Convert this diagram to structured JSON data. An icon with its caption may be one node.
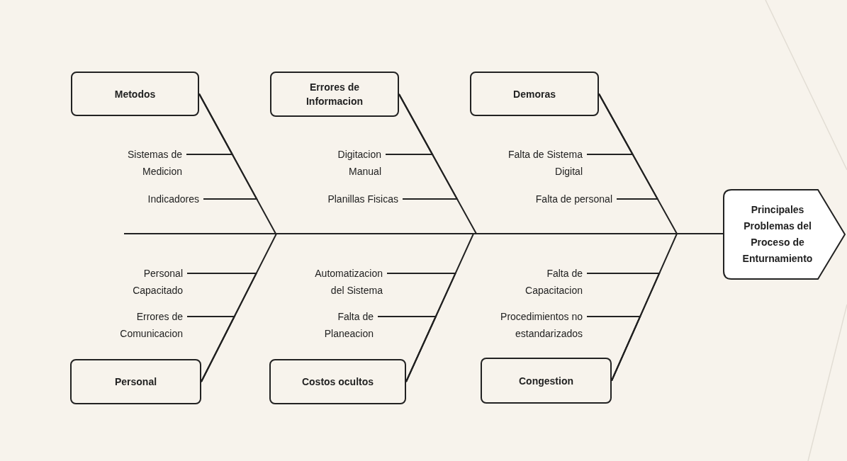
{
  "diagram": {
    "nodes": [
      {
        "text": [
          "Metodos"
        ]
      },
      {
        "text": [
          "Errores de Informacion"
        ]
      },
      {
        "text": [
          "Demoras"
        ]
      },
      {
        "text": [
          "Personal"
        ]
      },
      {
        "text": [
          "Costos ocultos"
        ]
      },
      {
        "text": [
          "Congestion"
        ]
      },
      {
        "text": [
          "Principales Problemas del Proceso de Enturnamiento"
        ]
      },
      {
        "text": [
          "Sistemas de Medicion"
        ]
      },
      {
        "text": [
          "Indicadores"
        ]
      },
      {
        "text": [
          "Digitacion Manual"
        ]
      },
      {
        "text": [
          "Planillas Fisicas"
        ]
      },
      {
        "text": [
          "Falta de Sistema Digital"
        ]
      },
      {
        "text": [
          "Falta de personal"
        ]
      },
      {
        "text": [
          "Personal Capacitado"
        ]
      },
      {
        "text": [
          "Errores de Comunicacion"
        ]
      },
      {
        "text": [
          "Automatizacion del Sistema"
        ]
      },
      {
        "text": [
          "Falta de Planeacion"
        ]
      },
      {
        "text": [
          "Falta de Capacitacion"
        ]
      },
      {
        "text": [
          "Procedimientos no estandarizados"
        ]
      }
    ],
    "edges": [
      {
        "from": 0,
        "to": 6,
        "arrow": "none"
      },
      {
        "from": 1,
        "to": 6,
        "arrow": "none"
      },
      {
        "from": 2,
        "to": 6,
        "arrow": "none"
      },
      {
        "from": 3,
        "to": 6,
        "arrow": "none"
      },
      {
        "from": 4,
        "to": 6,
        "arrow": "none"
      },
      {
        "from": 5,
        "to": 6,
        "arrow": "none"
      },
      {
        "from": 7,
        "to": 0,
        "arrow": "none"
      },
      {
        "from": 8,
        "to": 0,
        "arrow": "none"
      },
      {
        "from": 9,
        "to": 1,
        "arrow": "none"
      },
      {
        "from": 10,
        "to": 1,
        "arrow": "none"
      },
      {
        "from": 11,
        "to": 2,
        "arrow": "none"
      },
      {
        "from": 12,
        "to": 2,
        "arrow": "none"
      },
      {
        "from": 13,
        "to": 3,
        "arrow": "none"
      },
      {
        "from": 14,
        "to": 3,
        "arrow": "none"
      },
      {
        "from": 15,
        "to": 4,
        "arrow": "none"
      },
      {
        "from": 16,
        "to": 4,
        "arrow": "none"
      },
      {
        "from": 17,
        "to": 5,
        "arrow": "none"
      },
      {
        "from": 18,
        "to": 5,
        "arrow": "none"
      }
    ]
  }
}
